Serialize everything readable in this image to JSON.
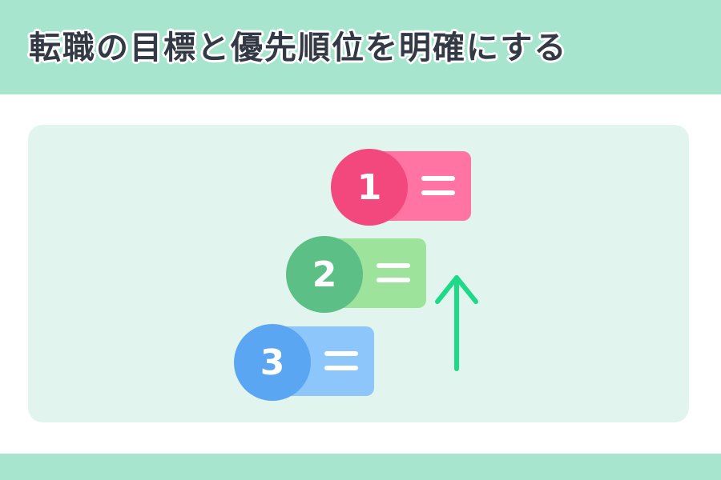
{
  "header": {
    "title": "転職の目標と優先順位を明確にする"
  },
  "ranking": {
    "items": [
      {
        "number": "1",
        "circle_color": "#f2487e",
        "tag_color": "#ff74a3"
      },
      {
        "number": "2",
        "circle_color": "#5bbf86",
        "tag_color": "#9ee39b"
      },
      {
        "number": "3",
        "circle_color": "#5aa6f3",
        "tag_color": "#8dc6fb"
      }
    ],
    "arrow_color": "#1ed987",
    "arrow_icon": "up-arrow-icon",
    "tag_icon": "equals-icon"
  }
}
